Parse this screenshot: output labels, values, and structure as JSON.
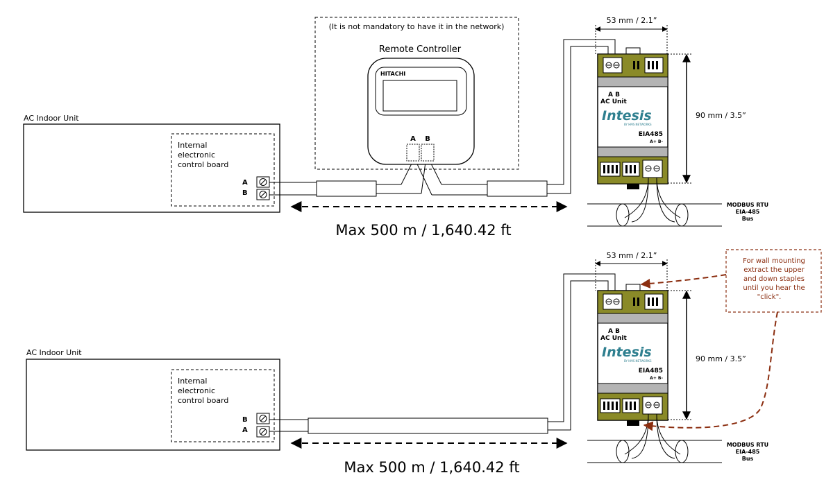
{
  "colors": {
    "device_olive": "#8a8a28",
    "device_gray": "#b4b4b4",
    "brand_teal": "#2e7f8f",
    "annotation_red": "#8b2e10"
  },
  "diagram1": {
    "indoor_title": "AC Indoor Unit",
    "board_lines": [
      "Internal",
      "electronic",
      "control board"
    ],
    "terminal_top": "A",
    "terminal_bottom": "B",
    "optional_note": "(It is not mandatory to have it in the network)",
    "remote_title": "Remote Controller",
    "remote_brand": "HITACHI",
    "remote_term_a": "A",
    "remote_term_b": "B",
    "distance": "Max 500 m / 1,640.42 ft",
    "width_dim": "53 mm / 2.1”",
    "height_dim": "90 mm / 3.5”"
  },
  "diagram2": {
    "indoor_title": "AC Indoor Unit",
    "board_lines": [
      "Internal",
      "electronic",
      "control board"
    ],
    "terminal_top": "B",
    "terminal_bottom": "A",
    "distance": "Max 500 m / 1,640.42 ft",
    "width_dim": "53 mm / 2.1”",
    "height_dim": "90 mm / 3.5”",
    "note_lines": [
      "For wall mounting",
      "extract the upper",
      "and down staples",
      "until you hear the",
      "\"click\"."
    ]
  },
  "device": {
    "ab_label": "A B",
    "ac_unit": "AC Unit",
    "brand": "Intesis",
    "tagline": "BY HMS NETWORKS",
    "bus_label": "EIA485",
    "bus_pins": "A+  B-"
  },
  "modbus_label": [
    "MODBUS RTU",
    "EIA-485",
    "Bus"
  ]
}
